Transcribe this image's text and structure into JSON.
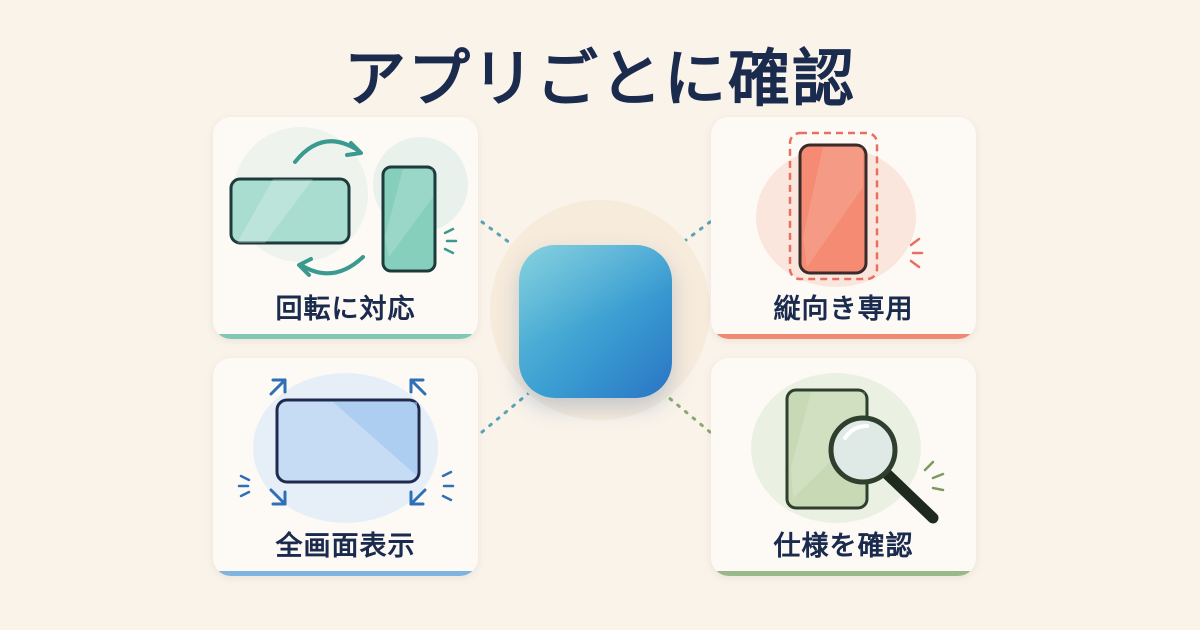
{
  "title": "アプリごとに確認",
  "cards": {
    "rotate": {
      "label": "回転に対応",
      "accent": "#7fc7b6"
    },
    "portrait": {
      "label": "縦向き専用",
      "accent": "#f08a72"
    },
    "fullscreen": {
      "label": "全画面表示",
      "accent": "#7fb3e0"
    },
    "specs": {
      "label": "仕様を確認",
      "accent": "#9ab98a"
    }
  },
  "icons": {
    "rotate": [
      "rotate-arrows-icon",
      "landscape-phone-icon",
      "portrait-phone-icon"
    ],
    "portrait": [
      "portrait-phone-icon",
      "dashed-frame-icon"
    ],
    "fullscreen": [
      "expand-arrows-icon",
      "screen-icon"
    ],
    "specs": [
      "document-icon",
      "magnifier-icon"
    ],
    "center": "app-icon"
  },
  "colors": {
    "background": "#faf3ea",
    "title": "#1a2b4e",
    "app_icon_start": "#6cc8d8",
    "app_icon_end": "#2a74c4"
  }
}
